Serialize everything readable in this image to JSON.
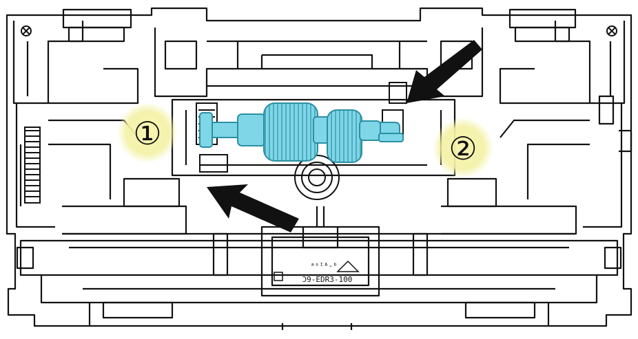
{
  "callouts": {
    "one": {
      "label": "①"
    },
    "two": {
      "label": "②"
    }
  },
  "part_label": {
    "line1": "ᵃˢᴵᴬ-ᵇ",
    "line2": "Ɔ9-EDR3-100"
  },
  "colors": {
    "roller": "#7fd6e6",
    "roller_stroke": "#2b8fa3",
    "callout_glow": "#f3f1a3",
    "arrow": "#111111",
    "line": "#111111",
    "background": "#ffffff"
  },
  "icons": {
    "arrow_top_right": "arrow-down-left-icon",
    "arrow_bottom_left": "arrow-up-left-icon",
    "screw_left": "screw-icon",
    "screw_right": "screw-icon"
  }
}
